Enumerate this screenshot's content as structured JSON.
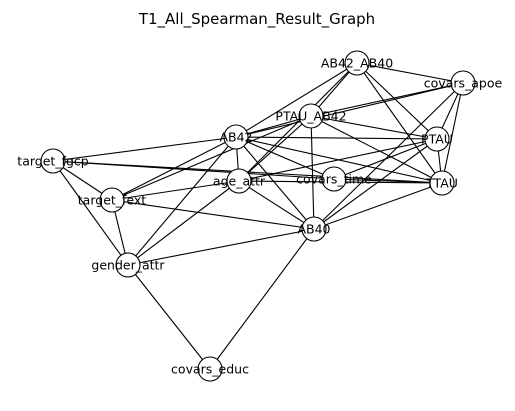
{
  "graph": {
    "title": "T1_All_Spearman_Result_Graph",
    "nodes": [
      {
        "id": "AB42_AB40",
        "label": "AB42_AB40"
      },
      {
        "id": "covars_apoe",
        "label": "covars_apoe"
      },
      {
        "id": "PTAU_AB42",
        "label": "PTAU_AB42"
      },
      {
        "id": "AB42",
        "label": "AB42"
      },
      {
        "id": "PTAU",
        "label": "PTAU"
      },
      {
        "id": "target_fgcp",
        "label": "target_fgcp"
      },
      {
        "id": "age_attr",
        "label": "age_attr"
      },
      {
        "id": "covars_time",
        "label": "covars_time"
      },
      {
        "id": "TTAU",
        "label": "TTAU"
      },
      {
        "id": "target_fext",
        "label": "target_fext"
      },
      {
        "id": "AB40",
        "label": "AB40"
      },
      {
        "id": "gender_attr",
        "label": "gender_attr"
      },
      {
        "id": "covars_educ",
        "label": "covars_educ"
      }
    ],
    "edges": [
      [
        "AB42_AB40",
        "covars_apoe"
      ],
      [
        "AB42_AB40",
        "PTAU_AB42"
      ],
      [
        "AB42_AB40",
        "AB42"
      ],
      [
        "AB42_AB40",
        "PTAU"
      ],
      [
        "AB42_AB40",
        "TTAU"
      ],
      [
        "AB42_AB40",
        "age_attr"
      ],
      [
        "covars_apoe",
        "PTAU_AB42"
      ],
      [
        "covars_apoe",
        "AB42"
      ],
      [
        "covars_apoe",
        "PTAU"
      ],
      [
        "covars_apoe",
        "TTAU"
      ],
      [
        "covars_apoe",
        "AB40"
      ],
      [
        "PTAU_AB42",
        "AB42"
      ],
      [
        "PTAU_AB42",
        "PTAU"
      ],
      [
        "PTAU_AB42",
        "TTAU"
      ],
      [
        "PTAU_AB42",
        "age_attr"
      ],
      [
        "PTAU_AB42",
        "AB40"
      ],
      [
        "PTAU_AB42",
        "target_fext"
      ],
      [
        "AB42",
        "PTAU"
      ],
      [
        "AB42",
        "TTAU"
      ],
      [
        "AB42",
        "target_fgcp"
      ],
      [
        "AB42",
        "target_fext"
      ],
      [
        "AB42",
        "age_attr"
      ],
      [
        "AB42",
        "AB40"
      ],
      [
        "AB42",
        "gender_attr"
      ],
      [
        "AB42",
        "covars_time"
      ],
      [
        "PTAU",
        "TTAU"
      ],
      [
        "PTAU",
        "age_attr"
      ],
      [
        "PTAU",
        "AB40"
      ],
      [
        "PTAU",
        "covars_time"
      ],
      [
        "target_fgcp",
        "target_fext"
      ],
      [
        "target_fgcp",
        "covars_time"
      ],
      [
        "target_fgcp",
        "TTAU"
      ],
      [
        "target_fgcp",
        "gender_attr"
      ],
      [
        "target_fext",
        "age_attr"
      ],
      [
        "target_fext",
        "gender_attr"
      ],
      [
        "target_fext",
        "AB40"
      ],
      [
        "age_attr",
        "TTAU"
      ],
      [
        "age_attr",
        "AB40"
      ],
      [
        "age_attr",
        "gender_attr"
      ],
      [
        "covars_time",
        "TTAU"
      ],
      [
        "TTAU",
        "AB40"
      ],
      [
        "AB40",
        "gender_attr"
      ],
      [
        "AB40",
        "covars_educ"
      ],
      [
        "gender_attr",
        "covars_educ"
      ]
    ]
  }
}
